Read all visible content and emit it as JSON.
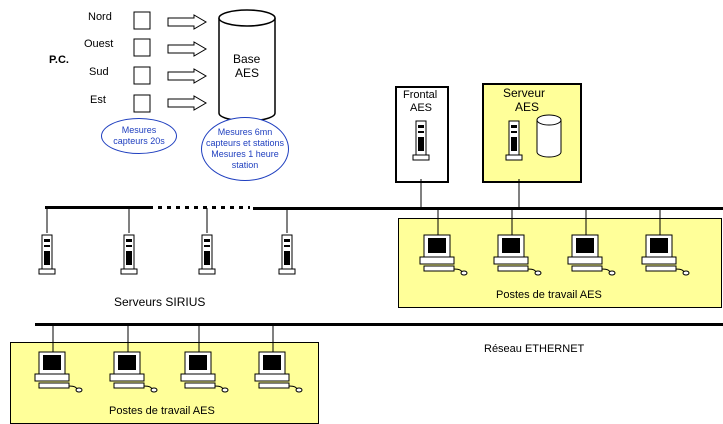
{
  "pc": {
    "title": "P.C.",
    "regions": [
      "Nord",
      "Ouest",
      "Sud",
      "Est"
    ],
    "capteurs_note": "Mesures capteurs 20s"
  },
  "base": {
    "title_line1": "Base",
    "title_line2": "AES",
    "note_lines": [
      "Mesures 6mn",
      "capteurs et stations",
      "Mesures 1 heure",
      "station"
    ]
  },
  "frontal": {
    "line1": "Frontal",
    "line2": "AES"
  },
  "serveur": {
    "line1": "Serveur",
    "line2": "AES"
  },
  "sirius": {
    "label": "Serveurs SIRIUS"
  },
  "postes_right": {
    "label": "Postes de travail AES"
  },
  "postes_bottom": {
    "label": "Postes de travail AES"
  },
  "reseau": {
    "label": "Réseau ETHERNET"
  },
  "colors": {
    "zone": "#ffff99",
    "note_text": "#1f3fbf"
  }
}
